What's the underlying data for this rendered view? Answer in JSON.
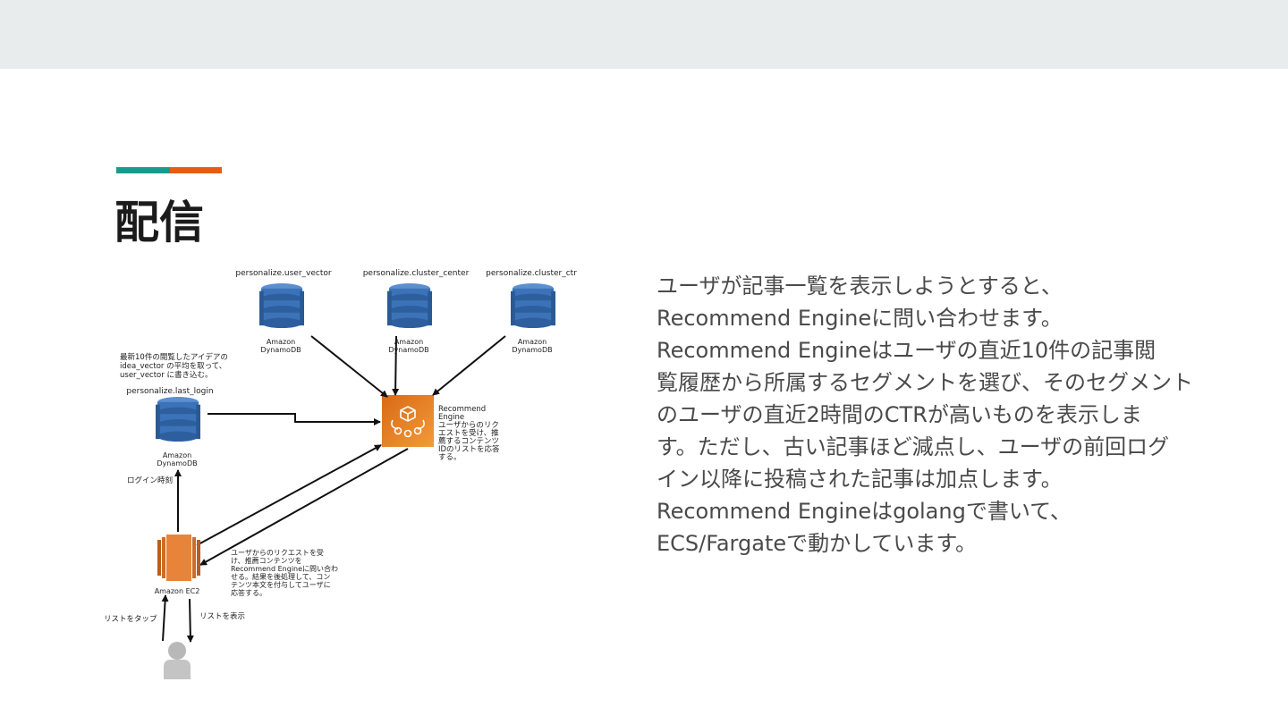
{
  "slide": {
    "title": "配信",
    "colors": {
      "top_band": "#e8ecec",
      "accent_teal": "#1a9a8e",
      "accent_orange": "#e35d14",
      "dynamodb_blue": "#3c73b8",
      "engine_orange": "#e07a1f"
    }
  },
  "diagram": {
    "db_user_vector": {
      "table": "personalize.user_vector",
      "service": [
        "Amazon",
        "DynamoDB"
      ],
      "icon": "dynamodb-icon"
    },
    "db_cluster_center": {
      "table": "personalize.cluster_center",
      "service": [
        "Amazon",
        "DynamoDB"
      ],
      "icon": "dynamodb-icon"
    },
    "db_cluster_ctr": {
      "table": "personalize.cluster_ctr",
      "service": [
        "Amazon",
        "DynamoDB"
      ],
      "icon": "dynamodb-icon"
    },
    "db_last_login": {
      "table": "personalize.last_login",
      "service": [
        "Amazon",
        "DynamoDB"
      ],
      "icon": "dynamodb-icon"
    },
    "note_vector": [
      "最新10件の閲覧したアイデアの",
      "idea_vector の平均を取って、",
      "user_vector に書き込む。"
    ],
    "engine": {
      "name": [
        "Recommend",
        "Engine"
      ],
      "desc": [
        "ユーザからのリク",
        "エストを受け、推",
        "薦するコンテンツ",
        "IDのリストを応答",
        "する。"
      ],
      "icon": "recommend-engine-icon"
    },
    "ec2": {
      "label": "Amazon EC2",
      "desc": [
        "ユーザからのリクエストを受",
        "け、推薦コンテンツを",
        "Recommend Engineに問い合わ",
        "せる。結果を後処理して、コン",
        "テンツ本文を付与してユーザに",
        "応答する。"
      ],
      "icon": "ec2-icon"
    },
    "login_time_label": "ログイン時刻",
    "tap_label": "リストをタップ",
    "show_label": "リストを表示",
    "user_icon": "user-icon"
  },
  "body": {
    "lines": [
      "ユーザが記事一覧を表示しようとすると、",
      "Recommend Engineに問い合わせます。",
      "Recommend Engineはユーザの直近10件の記事閲",
      "覧履歴から所属するセグメントを選び、そのセグメント",
      "のユーザの直近2時間のCTRが高いものを表示しま",
      "す。ただし、古い記事ほど減点し、ユーザの前回ログ",
      "イン以降に投稿された記事は加点します。",
      "Recommend Engineはgolangで書いて、",
      "ECS/Fargateで動かしています。"
    ]
  }
}
